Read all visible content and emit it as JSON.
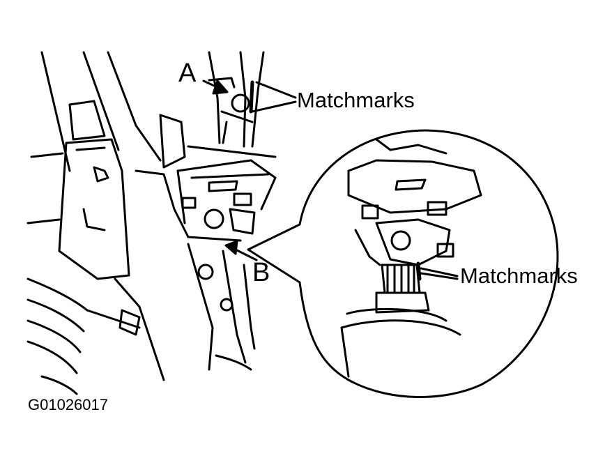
{
  "labels": {
    "a": "A",
    "b": "B",
    "matchmarks_top": "Matchmarks",
    "matchmarks_inset": "Matchmarks",
    "figure_code": "G01026017"
  },
  "colors": {
    "ink": "#000000",
    "paper": "#ffffff"
  }
}
